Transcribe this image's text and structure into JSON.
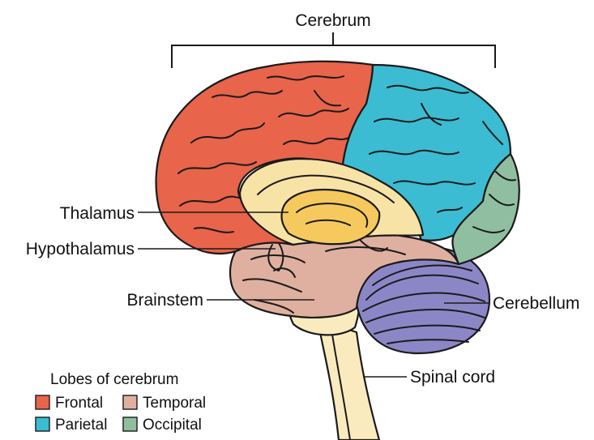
{
  "title": "Cerebrum",
  "labels": {
    "thalamus": "Thalamus",
    "hypothalamus": "Hypothalamus",
    "brainstem": "Brainstem",
    "cerebellum": "Cerebellum",
    "spinal_cord": "Spinal cord"
  },
  "legend": {
    "title": "Lobes of cerebrum",
    "items": [
      {
        "label": "Frontal",
        "color": "#e8644a"
      },
      {
        "label": "Temporal",
        "color": "#dfb0a0"
      },
      {
        "label": "Parietal",
        "color": "#3bbcd2"
      },
      {
        "label": "Occipital",
        "color": "#8fbfa0"
      }
    ]
  },
  "colors": {
    "frontal": "#e8644a",
    "parietal": "#3bbcd2",
    "occipital": "#8fbfa0",
    "temporal": "#dfb0a0",
    "deep_structures": "#f8e3a6",
    "thalamus": "#f6c95e",
    "brainstem": "#faebbf",
    "cerebellum": "#8b87c7"
  }
}
